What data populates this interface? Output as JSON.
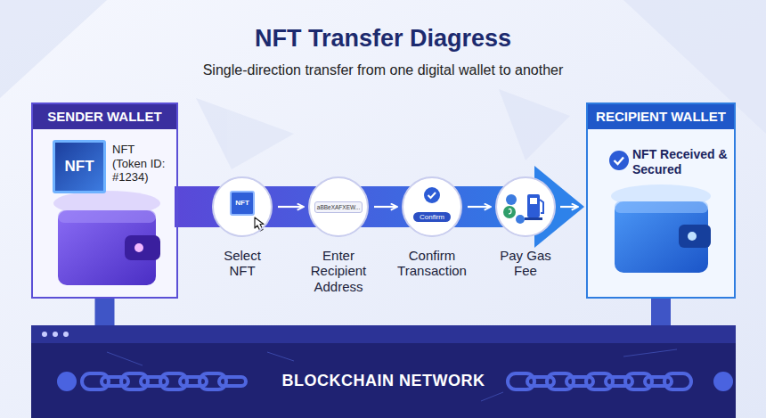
{
  "diagram": {
    "title": "NFT Transfer Diagress",
    "nodes": [
      {
        "text": [
          "SENDER WALLET"
        ]
      },
      {
        "text": [
          "NFT",
          "NFT (Token ID: #1234)"
        ],
        "in": 0
      },
      {
        "text": [
          "NFT",
          "Select NFT"
        ]
      },
      {
        "text": [
          "aBBeXAFXEW...",
          "Enter Recipient Address"
        ]
      },
      {
        "text": [
          "Confirm",
          "Confirm Transaction"
        ]
      },
      {
        "text": [
          "Pay Gas Fee"
        ]
      },
      {
        "text": [
          "RECIPIENT WALLET",
          "NFT Received & Secured"
        ]
      },
      {
        "text": [
          "BLOCKCHAIN NETWORK"
        ]
      }
    ],
    "edges": [
      {
        "from": 0,
        "to": 2,
        "arrow": "none"
      },
      {
        "from": 2,
        "to": 3,
        "arrow": "to"
      },
      {
        "from": 3,
        "to": 4,
        "arrow": "to"
      },
      {
        "from": 4,
        "to": 5,
        "arrow": "to"
      },
      {
        "from": 5,
        "to": 6,
        "arrow": "to"
      },
      {
        "from": 0,
        "to": 7,
        "arrow": "none"
      },
      {
        "from": 6,
        "to": 7,
        "arrow": "none"
      }
    ],
    "labels": [
      "Single-direction transfer from one digital wallet to another"
    ]
  }
}
